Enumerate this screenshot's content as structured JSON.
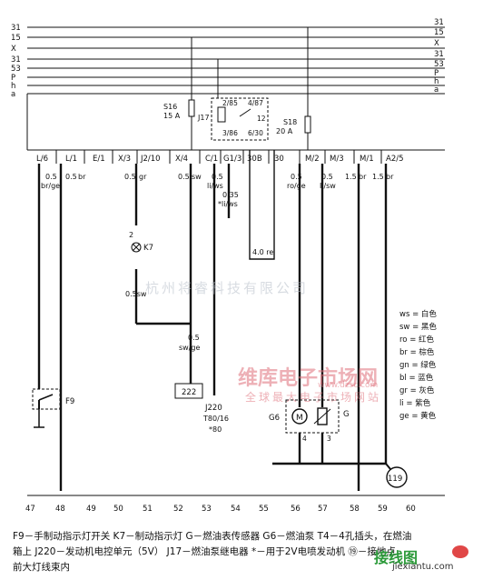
{
  "bus_labels": [
    "31",
    "15",
    "X",
    "31",
    "53",
    "P",
    "h",
    "a"
  ],
  "bus_labels_right": [
    "31",
    "15",
    "X",
    "31",
    "53",
    "P",
    "h",
    "a"
  ],
  "fuses": [
    {
      "id": "s16",
      "name": "S16",
      "rating": "15 A"
    },
    {
      "id": "s18",
      "name": "S18",
      "rating": "20 A"
    }
  ],
  "relay": {
    "name": "J17",
    "pins": [
      "2/85",
      "4/87",
      "12",
      "3/86",
      "6/30"
    ]
  },
  "connector_labels": [
    "L/6",
    "L/1",
    "E/1",
    "X/3",
    "J2/10",
    "X/4",
    "C/1",
    "G1/3",
    "30B",
    "30",
    "M/2",
    "M/3",
    "M/1",
    "A2/5"
  ],
  "wire_labels": [
    {
      "size": "0.5",
      "color": "br/ge"
    },
    {
      "size": "0.5",
      "color": "br"
    },
    {
      "size": "0.5",
      "color": "gr"
    },
    {
      "size": "0.5",
      "color": "sw"
    },
    {
      "size": "0.5",
      "color": "li/ws"
    },
    {
      "size": "0.35",
      "color": "*li/ws"
    },
    {
      "size": "0.5",
      "color": "ro/ge"
    },
    {
      "size": "0.5",
      "color": "li/sw"
    },
    {
      "size": "1.5",
      "color": "br"
    },
    {
      "size": "1.5",
      "color": "br"
    }
  ],
  "wire_4re": "4.0 re",
  "k7": {
    "pin": "2",
    "name": "K7",
    "wire": "0.5sw"
  },
  "sw_ge": {
    "size": "0.5",
    "color": "sw/ge"
  },
  "box_222": "222",
  "j220": {
    "name": "J220",
    "conn": "T80/16",
    "pin": "*80"
  },
  "f9": "F9",
  "pump": {
    "name": "G6",
    "sender": "G",
    "pins": [
      "4",
      "3"
    ]
  },
  "ground_point": "119",
  "legend": [
    "ws = 白色",
    "sw = 黑色",
    "ro = 红色",
    "br = 棕色",
    "gn = 绿色",
    "bl = 蓝色",
    "gr = 灰色",
    "li = 紫色",
    "ge = 黄色"
  ],
  "bottom_numbers": [
    "47",
    "48",
    "49",
    "50",
    "51",
    "52",
    "53",
    "54",
    "55",
    "56",
    "57",
    "58",
    "59",
    "60"
  ],
  "watermark_company": "杭州将睿科技有限公司",
  "watermark_site": "维库电子市场网",
  "watermark_site_sub": "全球最大电子市场网站",
  "watermark_url": "www.dzsc.com",
  "caption_lines": [
    "F9－手制动指示灯开关    K7－制动指示灯    G－燃油表传感器    G6－燃油泵    T4－4孔插头，在燃油",
    "箱上    J220－发动机电控单元（5V）    J17－燃油泵继电器    *－用于2V电喷发动机  ⑲－接地点，",
    "前大灯线束内"
  ],
  "logo_text": "接线图",
  "logo_url": "jiexiantu.com"
}
